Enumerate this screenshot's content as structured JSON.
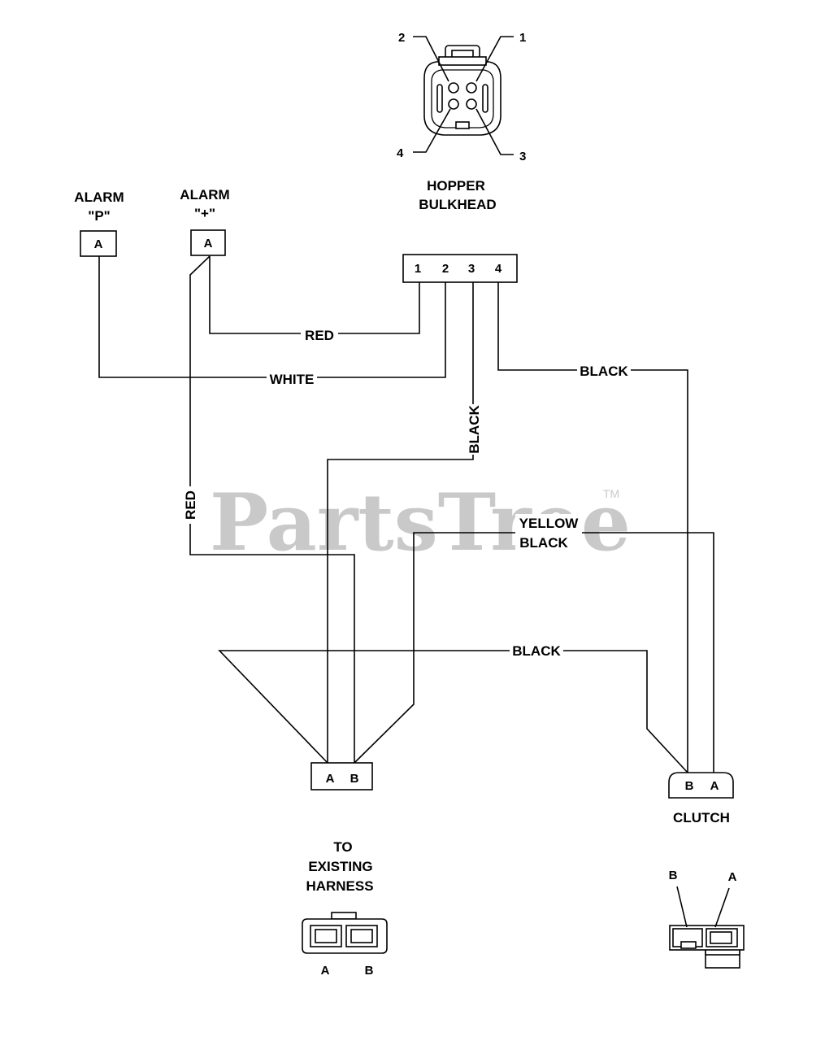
{
  "watermark": {
    "text": "PartsTree",
    "tm": "TM"
  },
  "hopper_bulkhead": {
    "title_line1": "HOPPER",
    "title_line2": "BULKHEAD",
    "callouts": [
      "1",
      "2",
      "3",
      "4"
    ],
    "pins": [
      "1",
      "2",
      "3",
      "4"
    ]
  },
  "alarm_p": {
    "title_line1": "ALARM",
    "title_line2": "\"P\"",
    "pin": "A"
  },
  "alarm_plus": {
    "title_line1": "ALARM",
    "title_line2": "\"+\"",
    "pin": "A"
  },
  "existing_harness": {
    "pins": [
      "A",
      "B"
    ],
    "title_line1": "TO",
    "title_line2": "EXISTING",
    "title_line3": "HARNESS",
    "detail_pins": [
      "A",
      "B"
    ]
  },
  "clutch": {
    "pins": [
      "B",
      "A"
    ],
    "title": "CLUTCH",
    "detail_pins": [
      "B",
      "A"
    ]
  },
  "wires": {
    "red_1": "RED",
    "white_2": "WHITE",
    "black_3": "BLACK",
    "black_4": "BLACK",
    "red_alarm": "RED",
    "yellow_black_line1": "YELLOW",
    "yellow_black_line2": "BLACK",
    "black_ground": "BLACK"
  }
}
